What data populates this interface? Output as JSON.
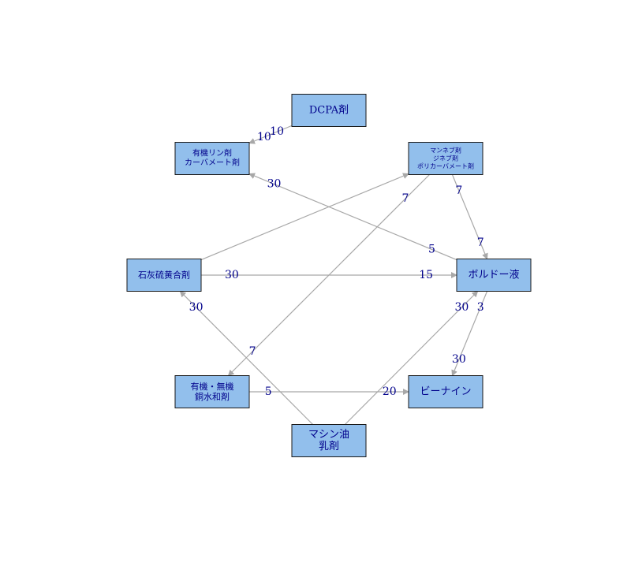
{
  "colors": {
    "node_fill": "#92bfec",
    "node_border": "#1a1a1a",
    "edge": "#a8a8a8",
    "label": "#00008b"
  },
  "nodes": [
    {
      "id": "dcpa",
      "lines": [
        "DCPA剤"
      ]
    },
    {
      "id": "organophos",
      "lines": [
        "有機リン剤",
        "カーバメート剤"
      ]
    },
    {
      "id": "maneb",
      "lines": [
        "マンネブ剤",
        "ジネブ剤",
        "ポリカーバメート剤"
      ]
    },
    {
      "id": "limesulfur",
      "lines": [
        "石灰硫黄合剤"
      ]
    },
    {
      "id": "bordeaux",
      "lines": [
        "ボルドー液"
      ]
    },
    {
      "id": "copper",
      "lines": [
        "有機・無機",
        "銅水和剤"
      ]
    },
    {
      "id": "bnine",
      "lines": [
        "ビーナイン"
      ]
    },
    {
      "id": "machineoil",
      "lines": [
        "マシン油",
        "乳剤"
      ]
    }
  ],
  "edges": [
    {
      "from": "dcpa",
      "to": "organophos",
      "label_from": "10",
      "label_to": "10"
    },
    {
      "from": "maneb",
      "to": "bordeaux",
      "label_from": "7",
      "label_to": "7"
    },
    {
      "from": "bordeaux",
      "to": "organophos",
      "label_from": "5",
      "label_to": "30"
    },
    {
      "from": "limesulfur",
      "to": "maneb",
      "label_from": "",
      "label_to": ""
    },
    {
      "from": "maneb",
      "to": "copper",
      "label_from": "7",
      "label_to": "7"
    },
    {
      "from": "limesulfur",
      "to": "bordeaux",
      "label_from": "30",
      "label_to": "15"
    },
    {
      "from": "bordeaux",
      "to": "bnine",
      "label_from": "3",
      "label_to": "30"
    },
    {
      "from": "machineoil",
      "to": "bordeaux",
      "label_from": "",
      "label_to": "30"
    },
    {
      "from": "machineoil",
      "to": "limesulfur",
      "label_from": "",
      "label_to": "30"
    },
    {
      "from": "copper",
      "to": "bnine",
      "label_from": "5",
      "label_to": "20"
    }
  ]
}
